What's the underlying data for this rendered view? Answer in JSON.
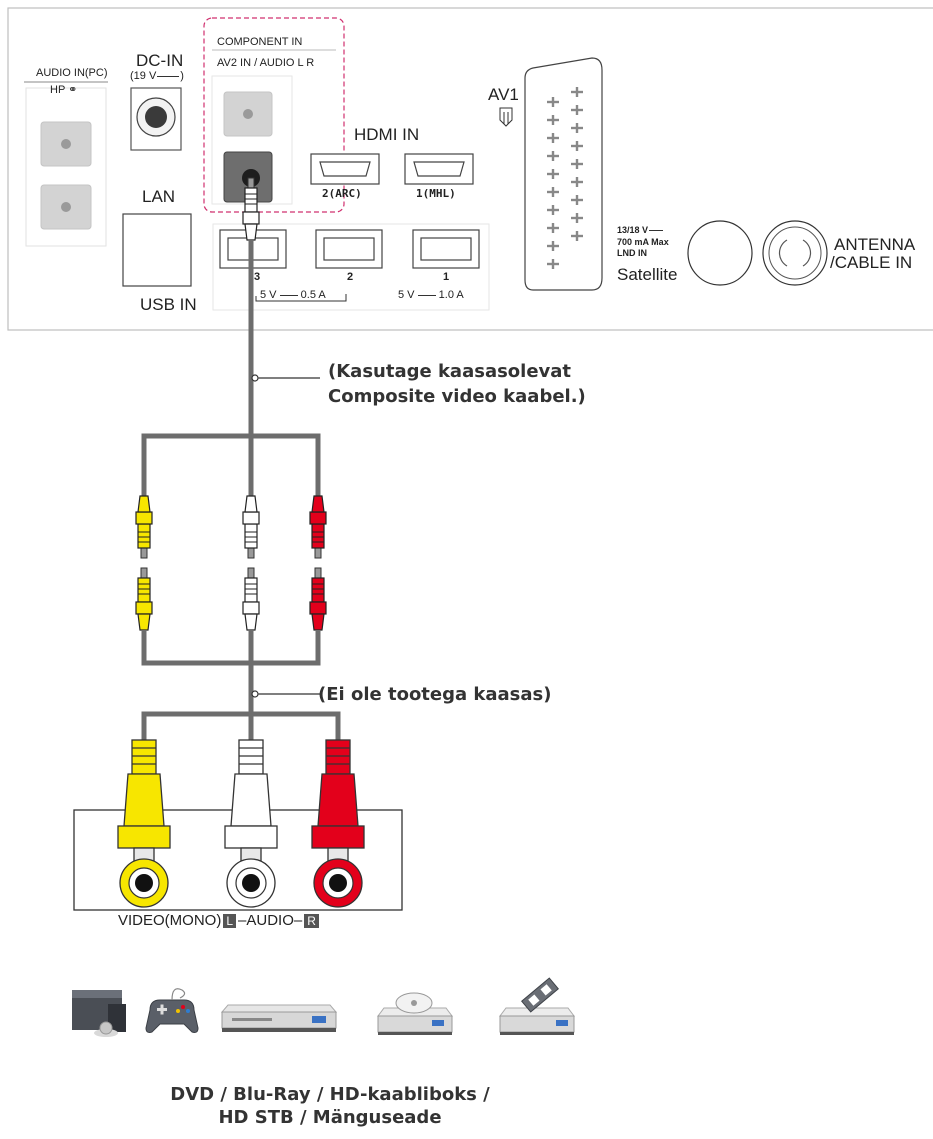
{
  "panel": {
    "audio_in_pc": "AUDIO IN(PC)",
    "hp": "HP",
    "dc_in": "DC-IN",
    "dc_in_voltage": "(19 V",
    "component_in": "COMPONENT IN",
    "av2_in": "AV2 IN / AUDIO L R",
    "av1": "AV1",
    "hdmi_in": "HDMI IN",
    "hdmi_2": "2(ARC)",
    "hdmi_1": "1(MHL)",
    "lan": "LAN",
    "usb_in": "USB IN",
    "usb_3": "3",
    "usb_2": "2",
    "usb_1": "1",
    "usb_3_2_power": "5 V",
    "usb_3_2_current": "0.5 A",
    "usb_1_power": "5 V",
    "usb_1_current": "1.0 A",
    "sat_voltage": "13/18 V",
    "sat_current": "700 mA Max",
    "sat_lnd": "LND IN",
    "satellite": "Satellite",
    "antenna_line1": "ANTENNA",
    "antenna_line2": "/CABLE IN"
  },
  "callouts": {
    "supplied_cable_line1": "(Kasutage kaasasolevat",
    "supplied_cable_line2": "Composite video kaabel.)",
    "not_supplied": "(Ei ole tootega kaasas)"
  },
  "device_panel": {
    "video_label": "VIDEO(MONO)",
    "l_badge": "L",
    "audio_label": "AUDIO",
    "r_badge": "R"
  },
  "caption": {
    "line1": "DVD / Blu-Ray / HD-kaabliboks /",
    "line2": "HD STB / Mänguseade"
  },
  "colors": {
    "panel_border": "#bfbfbf",
    "cable_gray": "#6d6d6d",
    "yellow": "#f7e600",
    "white": "#ffffff",
    "red": "#e3001b",
    "dashed_pink": "#d0306f"
  },
  "icons": [
    "pc-icon",
    "gamepad-icon",
    "blu-ray-player-icon",
    "dvd-player-icon",
    "set-top-box-icon"
  ]
}
